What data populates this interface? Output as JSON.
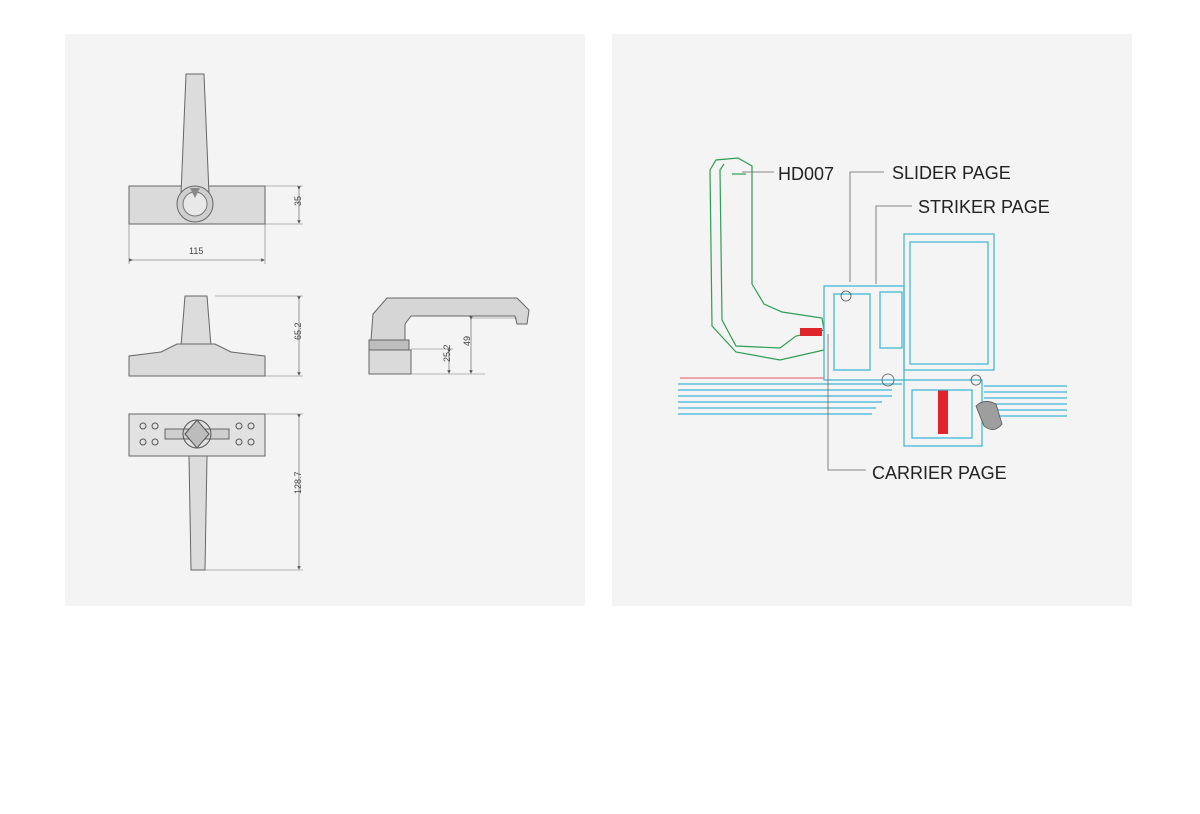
{
  "left_drawing": {
    "dimensions": {
      "base_height": "35",
      "base_width": "115",
      "overall_height": "65.2",
      "lever_low": "25.2",
      "lever_high": "49",
      "handle_length": "128.7"
    }
  },
  "right_drawing": {
    "labels": {
      "model": "HD007",
      "slider": "SLIDER PAGE",
      "striker": "STRIKER PAGE",
      "carrier": "CARRIER PAGE"
    }
  },
  "colors": {
    "panel_bg": "#f4f4f4",
    "outline": "#555555",
    "fill_grey": "#d9d9d9",
    "handle_green": "#2e9e52",
    "profile_cyan": "#3bb4d4",
    "screw_red": "#e0242c",
    "dim_line": "#555555"
  }
}
